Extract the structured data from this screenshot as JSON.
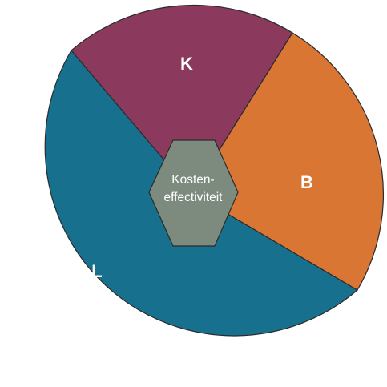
{
  "diagram": {
    "center_label_lines": [
      "Kosten-",
      "effectiviteit"
    ],
    "segments": [
      {
        "id": "K",
        "label": "K",
        "color": "#8B3A5E"
      },
      {
        "id": "B",
        "label": "B",
        "color": "#D97634"
      },
      {
        "id": "L",
        "label": "L",
        "color": "#17708D"
      }
    ],
    "center_color": "#7D8B7F",
    "outline_color": "#2B2B2B"
  }
}
